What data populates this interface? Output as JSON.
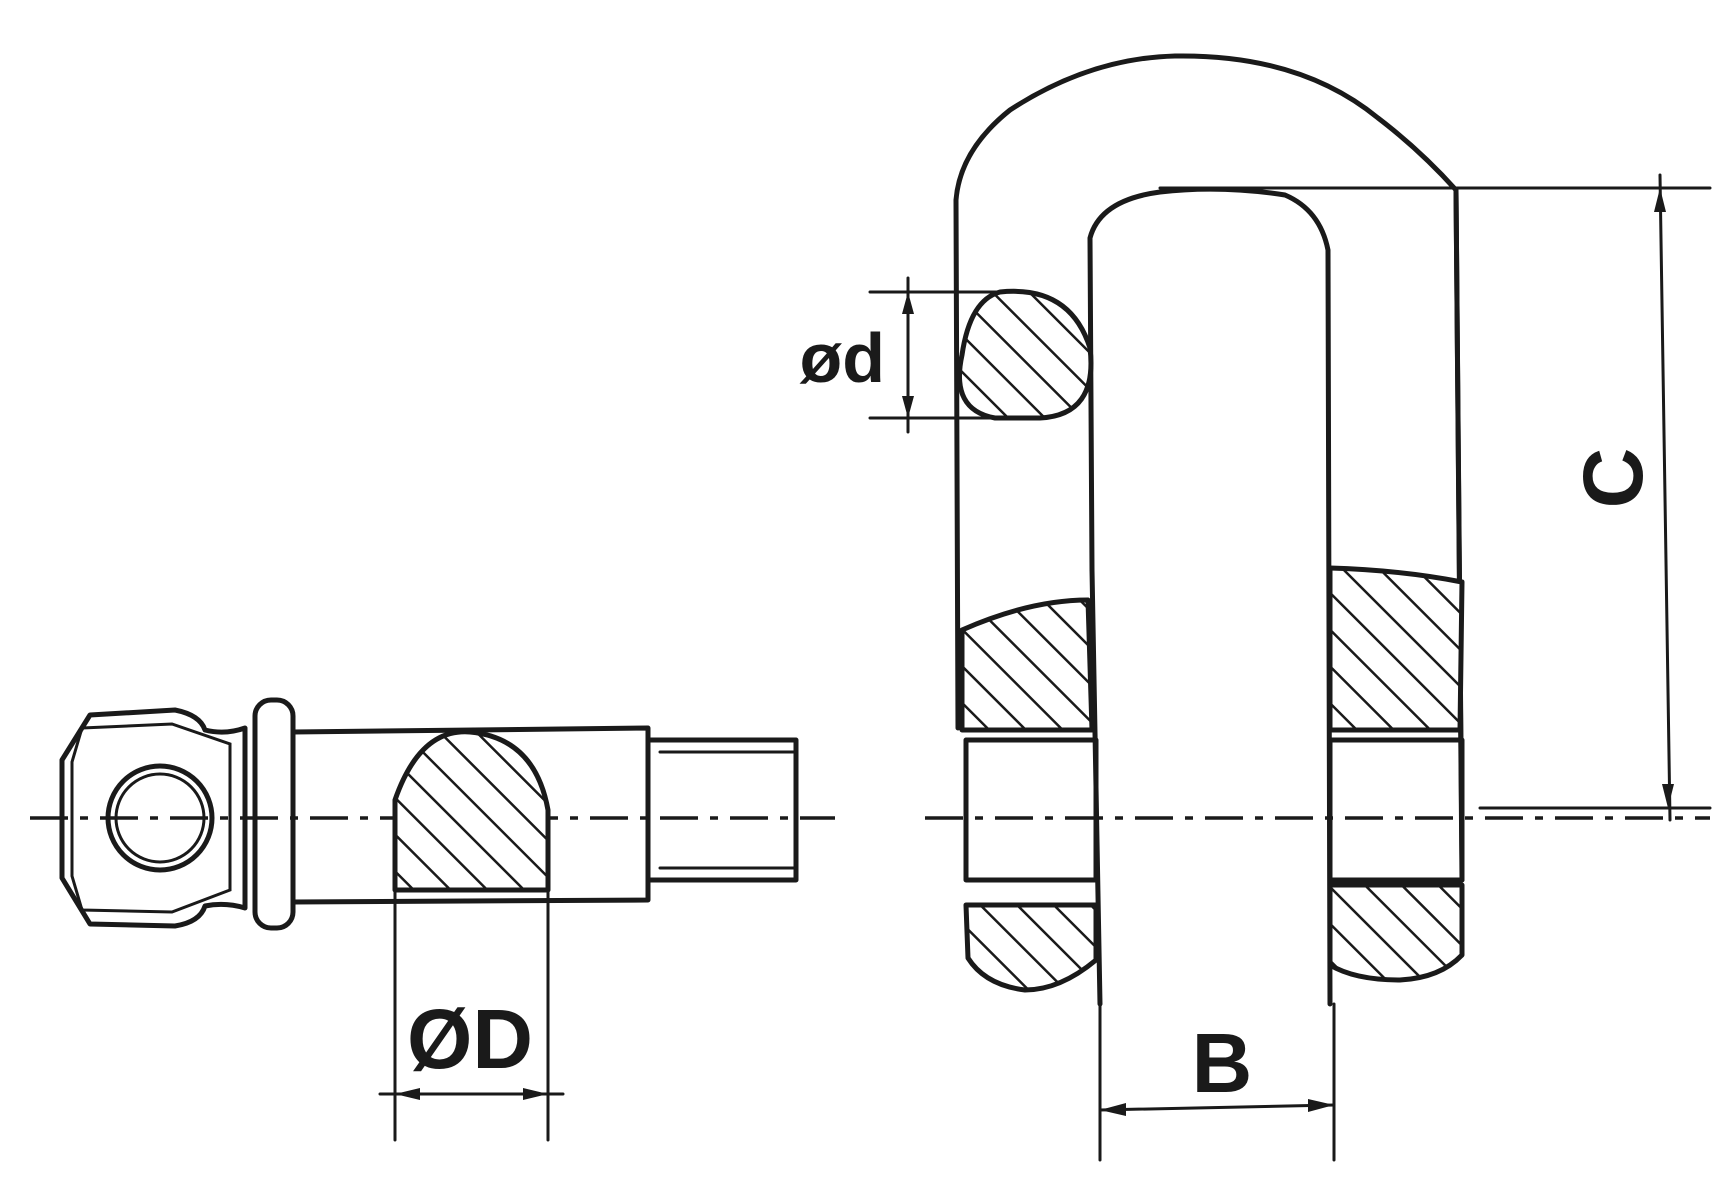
{
  "labels": {
    "pin_diameter": "ØD",
    "body_diameter": "ød",
    "inside_width": "B",
    "inside_length": "C"
  },
  "colors": {
    "ink": "#1a1a1a",
    "background": "#ffffff"
  }
}
